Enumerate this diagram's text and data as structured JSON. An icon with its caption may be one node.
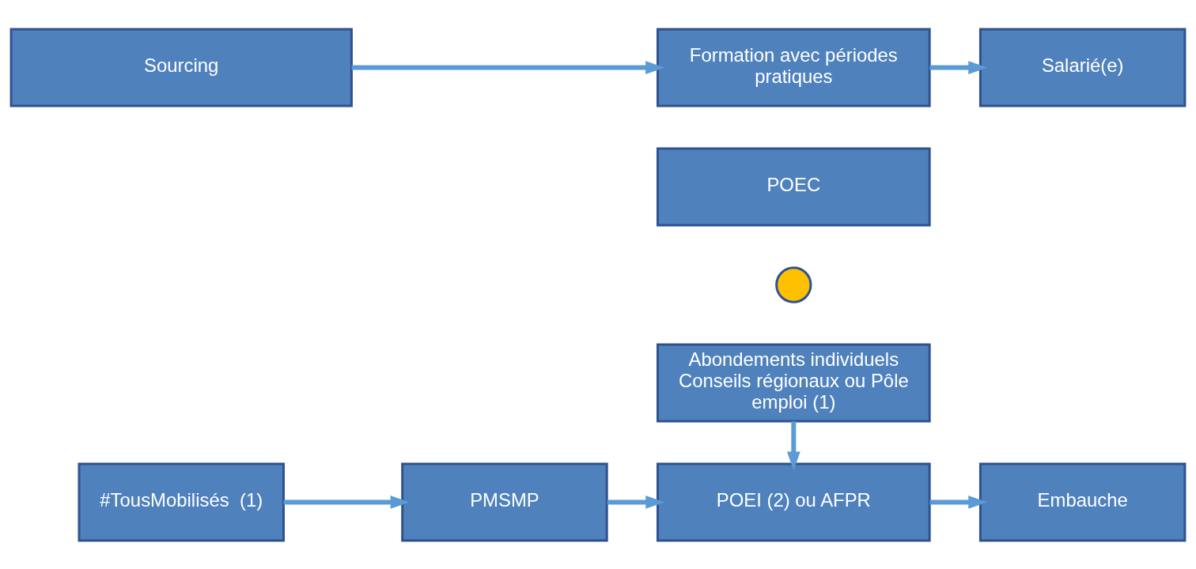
{
  "diagram": {
    "nodes": [
      {
        "text": [
          "Abondements individuels Conseils régionaux ou Pôle emploi (1)"
        ]
      },
      {
        "text": [
          "#TousMobilisés  (1)"
        ]
      },
      {
        "text": [
          "PMSMP"
        ]
      },
      {
        "text": [
          "POEI (2) ou AFPR"
        ]
      },
      {
        "text": [],
        "shape": "circle"
      },
      {
        "text": [
          "Embauche"
        ]
      },
      {
        "text": [
          "POEC"
        ]
      },
      {
        "text": [
          "Sourcing"
        ]
      },
      {
        "text": [
          "Formation avec périodes pratiques"
        ]
      },
      {
        "text": [
          "Salarié(e)"
        ]
      }
    ],
    "edges": [
      {
        "from": 1,
        "to": 2,
        "arrow": "to"
      },
      {
        "from": 2,
        "to": 3,
        "arrow": "to"
      },
      {
        "from": 0,
        "to": 3,
        "arrow": "to"
      },
      {
        "from": 3,
        "to": 5,
        "arrow": "to"
      },
      {
        "from": 7,
        "to": 8,
        "arrow": "to"
      },
      {
        "from": 8,
        "to": 9,
        "arrow": "to"
      }
    ]
  }
}
